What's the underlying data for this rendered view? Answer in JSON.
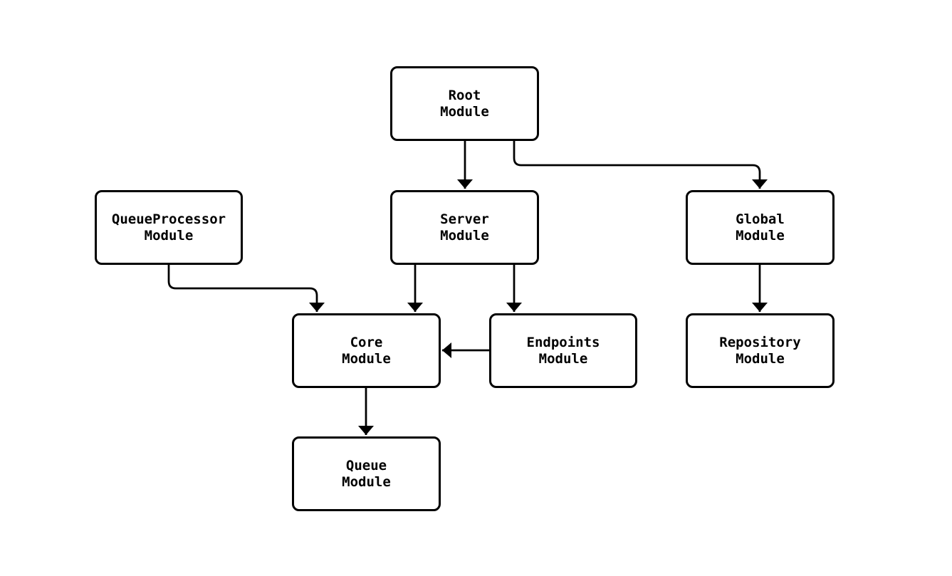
{
  "diagram": {
    "type": "flowchart",
    "direction": "top-down",
    "colors": {
      "background": "#ffffff",
      "node_fill": "#ffffff",
      "node_border": "#000000",
      "edge": "#000000",
      "text": "#000000"
    },
    "nodes": [
      {
        "id": "root",
        "line1": "Root",
        "line2": "Module"
      },
      {
        "id": "queueprocessor",
        "line1": "QueueProcessor",
        "line2": "Module"
      },
      {
        "id": "server",
        "line1": "Server",
        "line2": "Module"
      },
      {
        "id": "global",
        "line1": "Global",
        "line2": "Module"
      },
      {
        "id": "core",
        "line1": "Core",
        "line2": "Module"
      },
      {
        "id": "endpoints",
        "line1": "Endpoints",
        "line2": "Module"
      },
      {
        "id": "repository",
        "line1": "Repository",
        "line2": "Module"
      },
      {
        "id": "queue",
        "line1": "Queue",
        "line2": "Module"
      }
    ],
    "edges": [
      {
        "from": "root",
        "to": "server"
      },
      {
        "from": "root",
        "to": "global"
      },
      {
        "from": "queueprocessor",
        "to": "core"
      },
      {
        "from": "server",
        "to": "core"
      },
      {
        "from": "server",
        "to": "endpoints"
      },
      {
        "from": "global",
        "to": "repository"
      },
      {
        "from": "endpoints",
        "to": "core"
      },
      {
        "from": "core",
        "to": "queue"
      }
    ]
  }
}
